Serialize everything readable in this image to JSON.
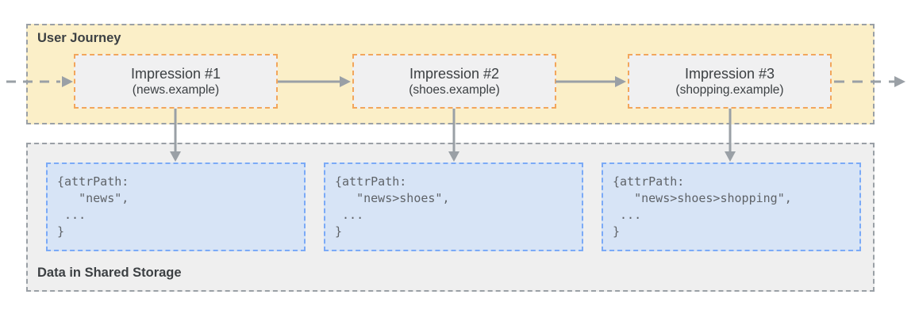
{
  "user_journey": {
    "label": "User Journey",
    "impressions": [
      {
        "title": "Impression #1",
        "subtitle": "(news.example)"
      },
      {
        "title": "Impression #2",
        "subtitle": "(shoes.example)"
      },
      {
        "title": "Impression #3",
        "subtitle": "(shopping.example)"
      }
    ]
  },
  "shared_storage": {
    "label": "Data in Shared Storage",
    "entries": [
      {
        "lines": [
          "{attrPath:",
          "   \"news\",",
          " ...",
          "}"
        ]
      },
      {
        "lines": [
          "{attrPath:",
          "   \"news>shoes\",",
          " ...",
          "}"
        ]
      },
      {
        "lines": [
          "{attrPath:",
          "   \"news>shoes>shopping\",",
          " ...",
          "}"
        ]
      }
    ]
  },
  "colors": {
    "journey_background": "#FBEFC8",
    "journey_border": "#9AA0A6",
    "impression_background": "#F0F0F1",
    "impression_border": "#F2A65C",
    "storage_background": "#EFEFEF",
    "storage_border": "#9AA0A6",
    "code_background": "#D7E4F6",
    "code_border": "#7BAAF7",
    "arrow": "#9AA0A6",
    "text": "#3C4043",
    "code_text": "#5F6368"
  }
}
